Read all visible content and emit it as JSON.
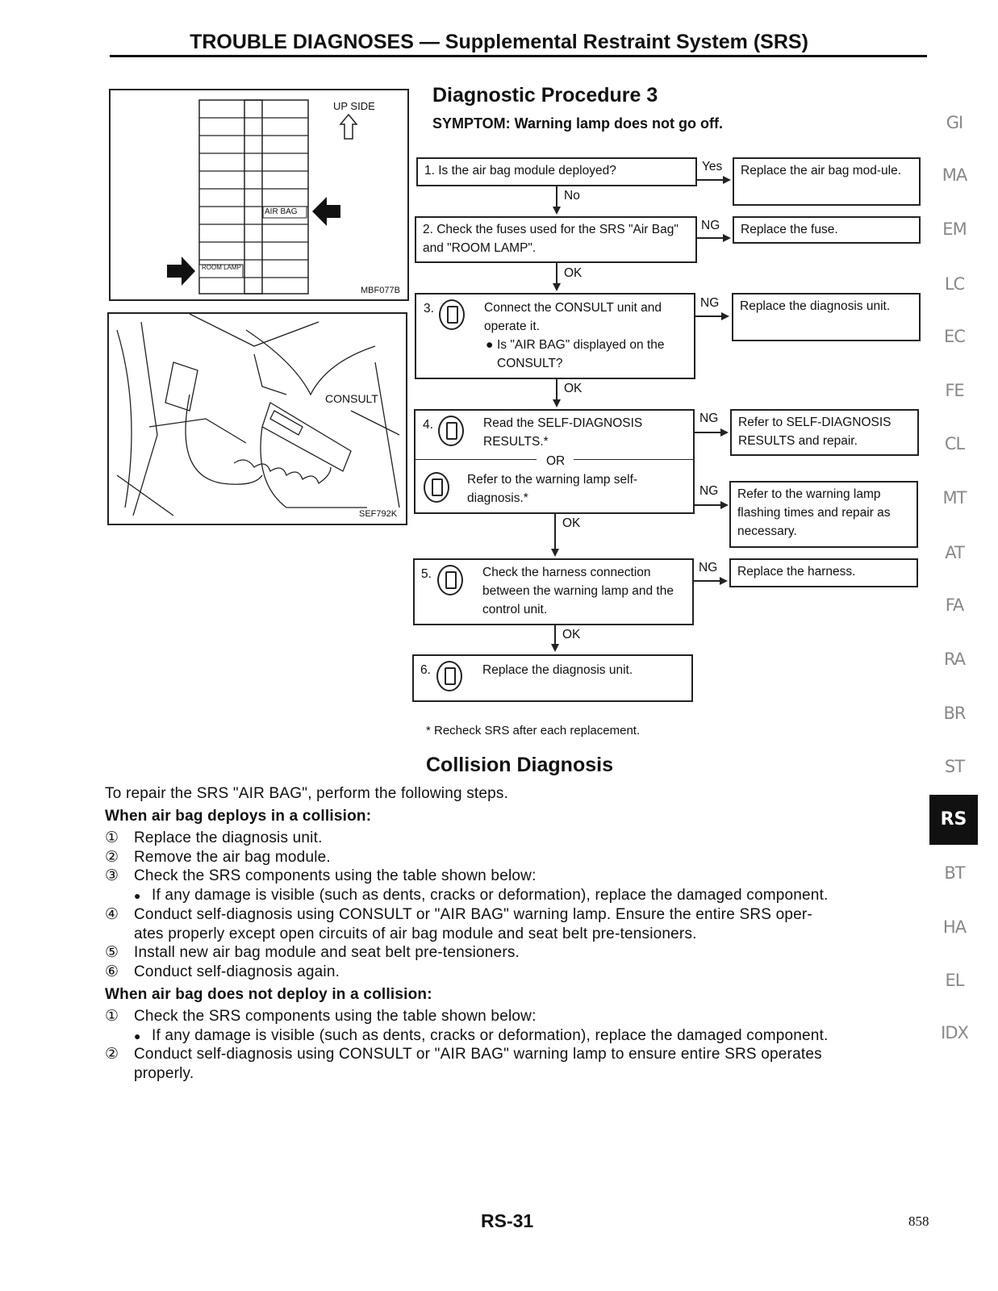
{
  "header": {
    "title": "TROUBLE DIAGNOSES — Supplemental Restraint System (SRS)"
  },
  "side_tabs": [
    "GI",
    "MA",
    "EM",
    "LC",
    "EC",
    "FE",
    "CL",
    "MT",
    "AT",
    "FA",
    "RA",
    "BR",
    "ST",
    "RS",
    "BT",
    "HA",
    "EL",
    "IDX"
  ],
  "active_tab": "RS",
  "figure1": {
    "up_side": "UP SIDE",
    "air_bag_label": "AIR BAG",
    "room_lamp_label": "ROOM LAMP",
    "code": "MBF077B"
  },
  "figure2": {
    "consult_label": "CONSULT",
    "code": "SEF792K"
  },
  "procedure": {
    "title": "Diagnostic Procedure 3",
    "symptom": "SYMPTOM: Warning lamp does not go off.",
    "steps": [
      {
        "text": "1. Is the air bag module deployed?",
        "branch": "Yes",
        "result": "Replace the air bag mod-ule.",
        "next": "No"
      },
      {
        "text": "2. Check the fuses used for the SRS \"Air Bag\" and \"ROOM LAMP\".",
        "branch": "NG",
        "result": "Replace the fuse.",
        "next": "OK"
      },
      {
        "num": "3.",
        "text": "Connect the CONSULT unit and operate it.",
        "bullet": "Is \"AIR BAG\" displayed on the CONSULT?",
        "branch": "NG",
        "result": "Replace the diagnosis unit.",
        "next": "OK"
      },
      {
        "num": "4.",
        "text": "Read the SELF-DIAGNOSIS RESULTS.*",
        "or": "OR",
        "alt": "Refer to the warning lamp self-diagnosis.*",
        "branch": "NG",
        "result": "Refer to SELF-DIAGNOSIS RESULTS and repair.",
        "alt_branch": "NG",
        "alt_result": "Refer to the warning lamp flashing times and repair as necessary.",
        "next": "OK"
      },
      {
        "num": "5.",
        "text": "Check the harness connection between the warning lamp and the control unit.",
        "branch": "NG",
        "result": "Replace the harness.",
        "next": "OK"
      },
      {
        "num": "6.",
        "text": "Replace the diagnosis unit."
      }
    ],
    "note": "* Recheck SRS after each replacement."
  },
  "collision": {
    "title": "Collision Diagnosis",
    "intro": "To repair the SRS \"AIR BAG\", perform the following steps.",
    "deploy_heading": "When air bag deploys in a collision:",
    "deploy_steps": [
      {
        "n": "①",
        "t": "Replace the diagnosis unit."
      },
      {
        "n": "②",
        "t": "Remove the air bag module."
      },
      {
        "n": "③",
        "t": "Check the SRS components using the table shown below:"
      },
      {
        "n": "●",
        "t": "If any damage is visible (such as dents, cracks or deformation), replace the damaged component."
      },
      {
        "n": "④",
        "t": "Conduct self-diagnosis using CONSULT or \"AIR BAG\" warning lamp. Ensure the entire SRS oper-"
      },
      {
        "n": "",
        "t": "ates properly except open circuits of air bag module and seat belt pre-tensioners."
      },
      {
        "n": "⑤",
        "t": "Install new air bag module and seat belt pre-tensioners."
      },
      {
        "n": "⑥",
        "t": "Conduct self-diagnosis again."
      }
    ],
    "nodeploy_heading": "When air bag does not deploy in a collision:",
    "nodeploy_steps": [
      {
        "n": "①",
        "t": "Check the SRS components using the table shown below:"
      },
      {
        "n": "●",
        "t": "If any damage is visible (such as dents, cracks or deformation), replace the damaged component."
      },
      {
        "n": "②",
        "t": "Conduct self-diagnosis using CONSULT or \"AIR BAG\" warning lamp to ensure entire SRS operates"
      },
      {
        "n": "",
        "t": "properly."
      }
    ]
  },
  "footer": {
    "page": "RS-31",
    "number": "858"
  }
}
